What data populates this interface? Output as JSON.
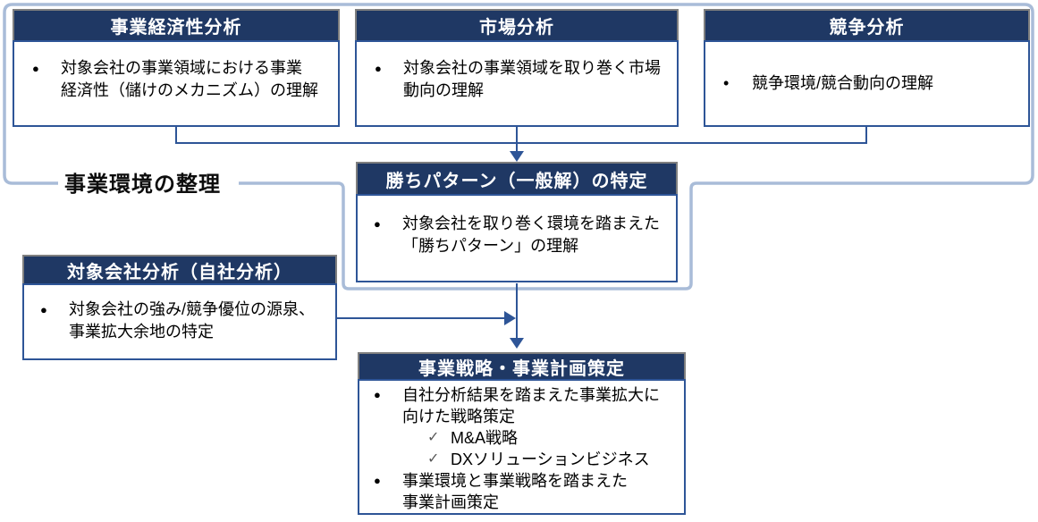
{
  "group": {
    "label": "事業環境の整理"
  },
  "colors": {
    "header_bg": "#1f3864",
    "header_text": "#ffffff",
    "box_border": "#2e5597",
    "connector": "#2e5597",
    "bracket": "#a9bcd8",
    "body_text": "#000000",
    "check_mark": "#595959"
  },
  "boxes": {
    "economics": {
      "title": "事業経済性分析",
      "bullet": {
        "marker": "●",
        "text": "対象会社の事業領域における事業\n経済性（儲けのメカニズム）の理解"
      }
    },
    "market": {
      "title": "市場分析",
      "bullet": {
        "marker": "●",
        "text": "対象会社の事業領域を取り巻く市場\n動向の理解"
      }
    },
    "competition": {
      "title": "競争分析",
      "bullet": {
        "marker": "•",
        "text": "競争環境/競合動向の理解"
      }
    },
    "winning_pattern": {
      "title": "勝ちパターン（一般解）の特定",
      "bullet": {
        "marker": "●",
        "text": "対象会社を取り巻く環境を踏まえた\n「勝ちパターン」の理解"
      }
    },
    "self_analysis": {
      "title": "対象会社分析（自社分析）",
      "bullet": {
        "marker": "●",
        "text": "対象会社の強み/競争優位の源泉、\n事業拡大余地の特定"
      }
    },
    "strategy": {
      "title": "事業戦略・事業計画策定",
      "bullets": [
        {
          "marker": "●",
          "text": "自社分析結果を踏まえた事業拡大に\n向けた戦略策定"
        },
        {
          "marker": "✓",
          "text": "M&A戦略"
        },
        {
          "marker": "✓",
          "text": "DXソリューションビジネス"
        },
        {
          "marker": "●",
          "text": "事業環境と事業戦略を踏まえた\n事業計画策定"
        }
      ]
    }
  }
}
